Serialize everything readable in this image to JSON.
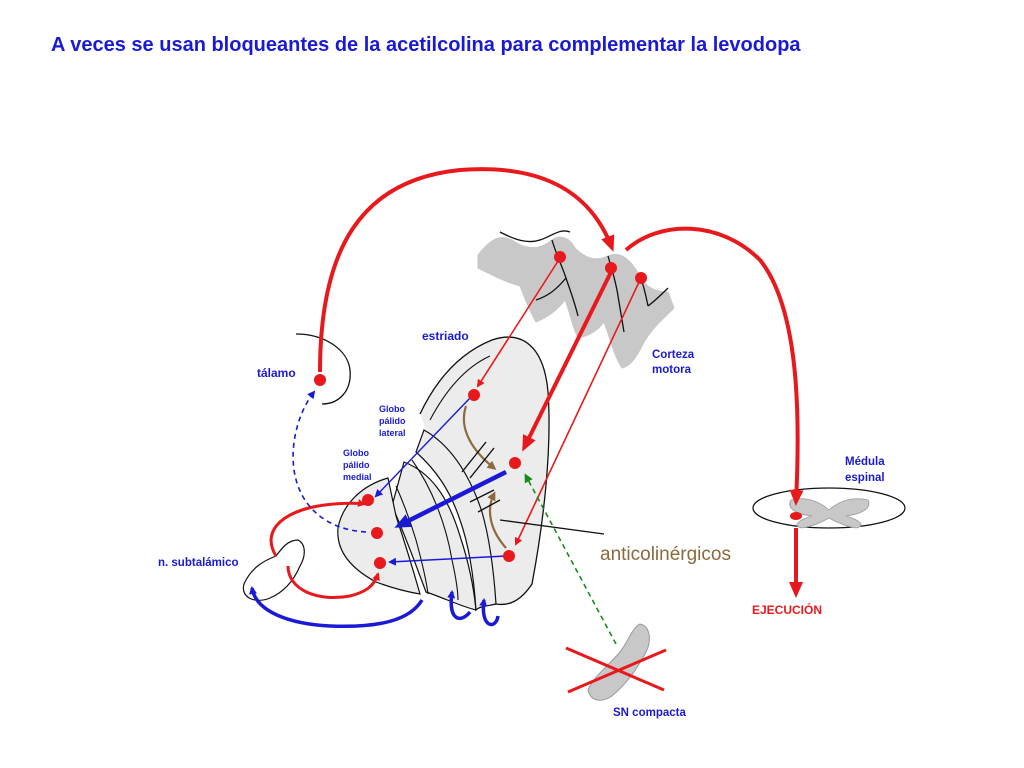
{
  "title": "A veces se usan bloqueantes de la acetilcolina para complementar la levodopa",
  "labels": {
    "estriado": "estriado",
    "corteza_line1": "Corteza",
    "corteza_line2": "motora",
    "talamo": "tálamo",
    "gpl_line1": "Globo",
    "gpl_line2": "pálido",
    "gpl_line3": "lateral",
    "gpm_line1": "Globo",
    "gpm_line2": "pálido",
    "gpm_line3": "medial",
    "medula_line1": "Médula",
    "medula_line2": "espinal",
    "subtalamico": "n. subtalámico",
    "anticolinergicos": "anticolinérgicos",
    "ejecucion": "EJECUCIÓN",
    "sn_compacta": "SN compacta"
  },
  "colors": {
    "title": "#1a1ad4",
    "excitatory": "#e8191c",
    "inhibitory": "#1a1ad4",
    "cholinergic": "#8b6a3e",
    "dopaminergic": "#1a8a1a",
    "tissue": "#c8c8c8"
  }
}
